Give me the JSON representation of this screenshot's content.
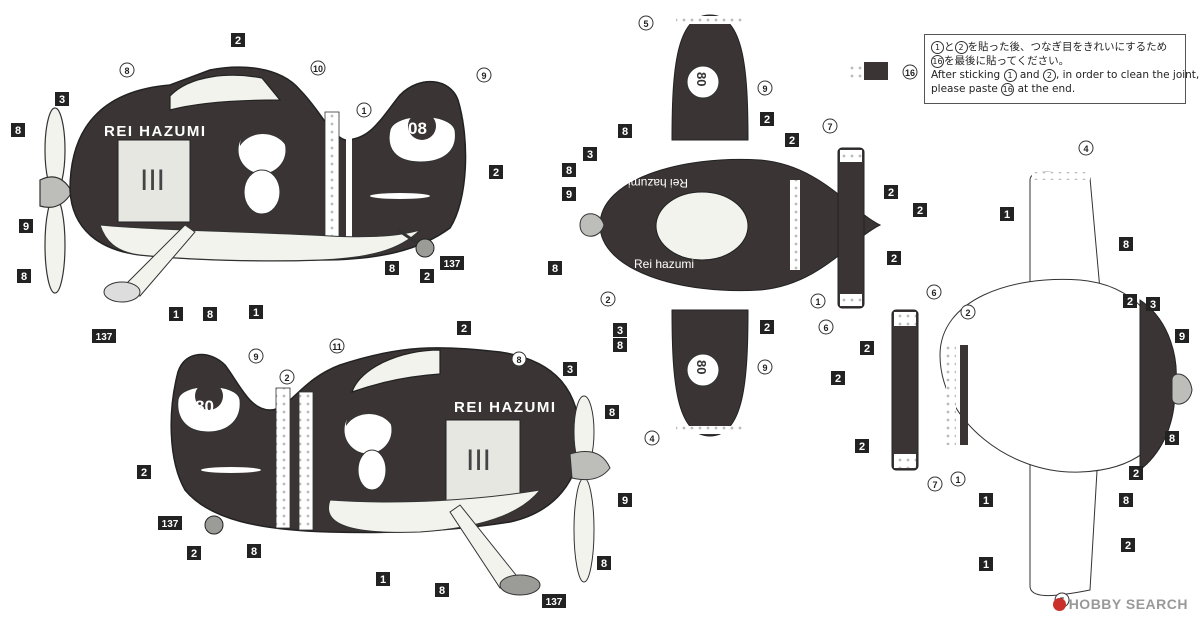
{
  "decal_text": {
    "name_upper": "REI HAZUMI",
    "name_lower": "Rei hazumi",
    "number": "08",
    "number_rot": "80",
    "stripe_marks": "III"
  },
  "note": {
    "jp_line1": "を貼った後、つなぎ目をきれいにするため",
    "jp_line2": "を最後に貼ってください。",
    "en_line1a": "After sticking",
    "en_line1b": "and",
    "en_line1c": ", in order to clean the joint,",
    "en_line2a": "please paste",
    "en_line2b": "at the end.",
    "jp_to": "と",
    "c1": "1",
    "c2": "2",
    "c16": "16"
  },
  "watermark": "HOBBY SEARCH",
  "colors": {
    "body": "#3a3435",
    "outline": "#222222",
    "lace": "#ffffff",
    "light": "#f1f1ec",
    "gray": "#9b9b98"
  },
  "callouts": {
    "side_left": [
      "2",
      "8",
      "10",
      "3",
      "8",
      "9",
      "1",
      "9",
      "8",
      "2",
      "8",
      "2",
      "137",
      "1",
      "8",
      "1",
      "137"
    ],
    "side_right": [
      "2",
      "9",
      "11",
      "2",
      "8",
      "3",
      "8",
      "2",
      "137",
      "2",
      "8",
      "9",
      "8",
      "1",
      "8",
      "137"
    ],
    "top_view": [
      "5",
      "9",
      "8",
      "2",
      "8",
      "3",
      "2",
      "9",
      "2",
      "7",
      "2",
      "2",
      "2",
      "8",
      "3",
      "1",
      "6",
      "9",
      "8",
      "2",
      "4"
    ],
    "bottom_view": [
      "16",
      "4",
      "1",
      "8",
      "2",
      "3",
      "6",
      "2",
      "9",
      "2",
      "2",
      "8",
      "2",
      "2",
      "7",
      "1",
      "1",
      "2",
      "8",
      "1",
      "5"
    ]
  }
}
